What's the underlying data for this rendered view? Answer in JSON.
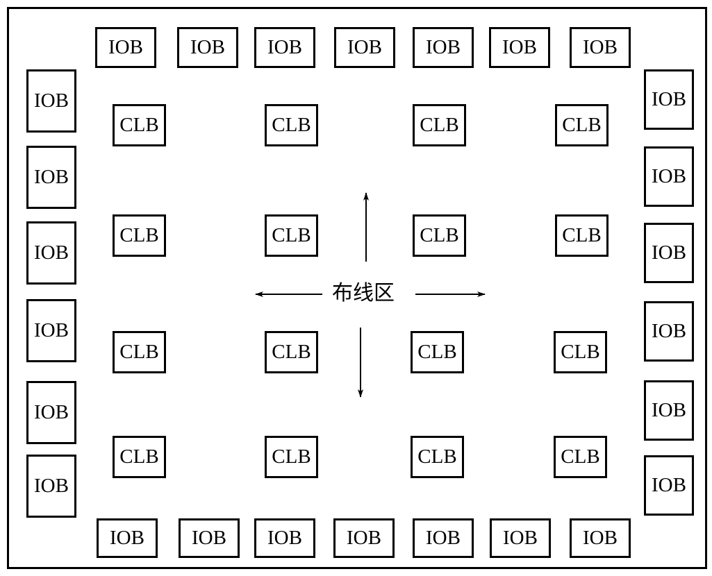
{
  "diagram": {
    "center_label": "布线区",
    "iob_label": "IOB",
    "clb_label": "CLB",
    "top_iobs": [
      "IOB",
      "IOB",
      "IOB",
      "IOB",
      "IOB",
      "IOB",
      "IOB"
    ],
    "bottom_iobs": [
      "IOB",
      "IOB",
      "IOB",
      "IOB",
      "IOB",
      "IOB",
      "IOB"
    ],
    "left_iobs": [
      "IOB",
      "IOB",
      "IOB",
      "IOB",
      "IOB",
      "IOB"
    ],
    "right_iobs": [
      "IOB",
      "IOB",
      "IOB",
      "IOB",
      "IOB",
      "IOB"
    ],
    "clb_grid": [
      [
        "CLB",
        "CLB",
        "CLB",
        "CLB"
      ],
      [
        "CLB",
        "CLB",
        "CLB",
        "CLB"
      ],
      [
        "CLB",
        "CLB",
        "CLB",
        "CLB"
      ],
      [
        "CLB",
        "CLB",
        "CLB",
        "CLB"
      ]
    ],
    "colors": {
      "stroke": "#000000",
      "background": "#ffffff"
    }
  }
}
